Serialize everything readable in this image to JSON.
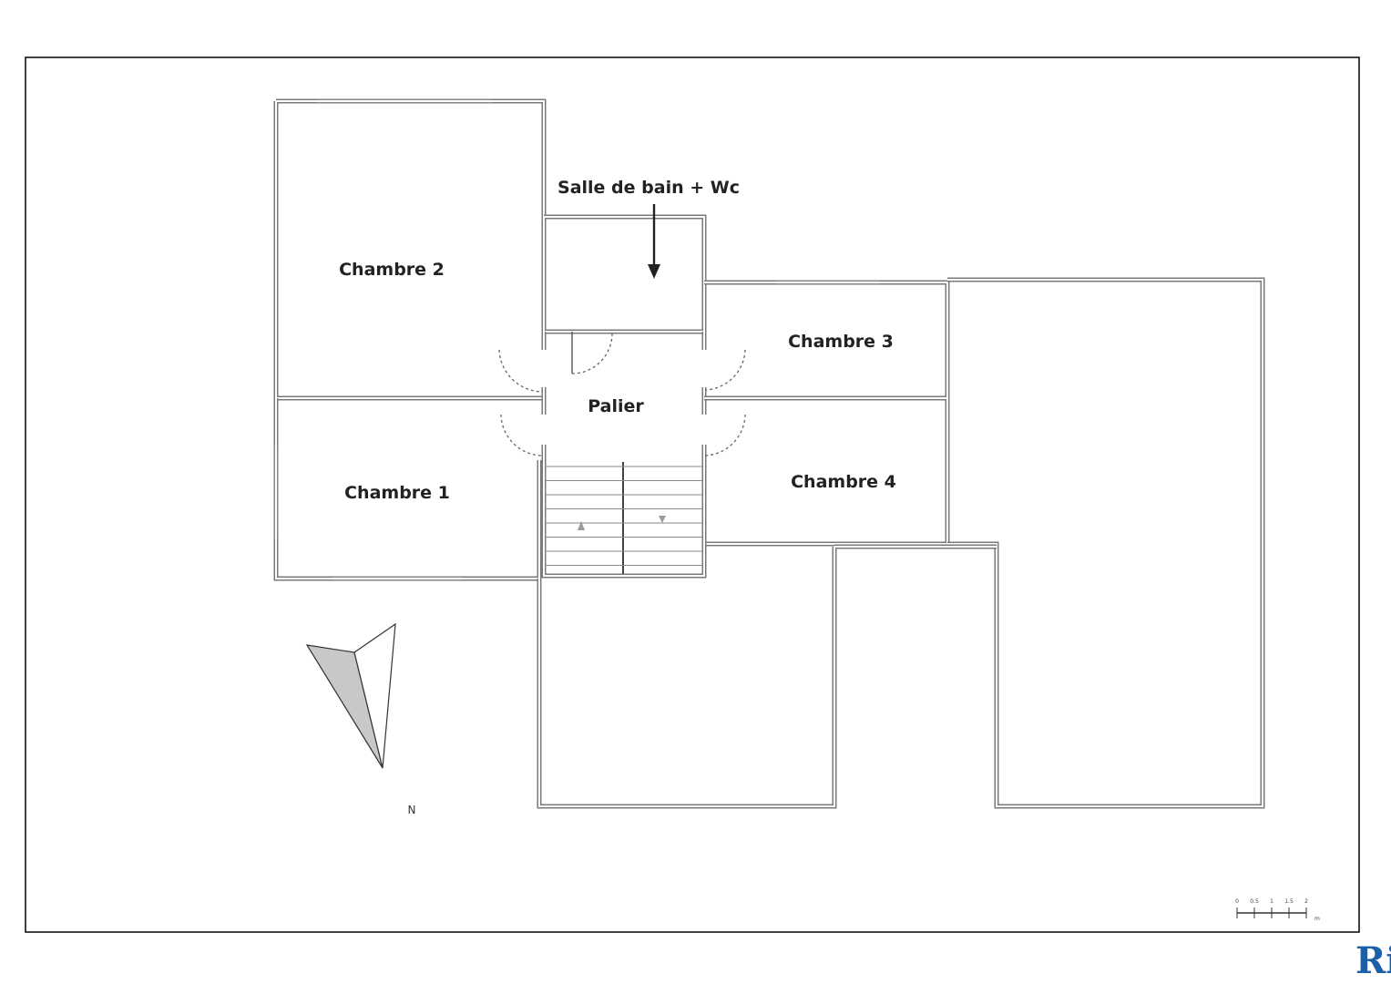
{
  "rooms": {
    "chambre2": "Chambre 2",
    "salle_de_bain": "Salle de bain + Wc",
    "chambre3": "Chambre 3",
    "palier": "Palier",
    "chambre1": "Chambre 1",
    "chambre4": "Chambre 4"
  },
  "compass": {
    "north_label": "N"
  },
  "scale_bar": {
    "ticks": [
      "0",
      "0.5",
      "1",
      "1.5",
      "2"
    ],
    "unit": "m"
  },
  "logo": {
    "text": "Ri",
    "color": "#1b5fa8"
  },
  "colors": {
    "frame": "#111111",
    "wall": "#7a7a7a",
    "label": "#222222"
  }
}
